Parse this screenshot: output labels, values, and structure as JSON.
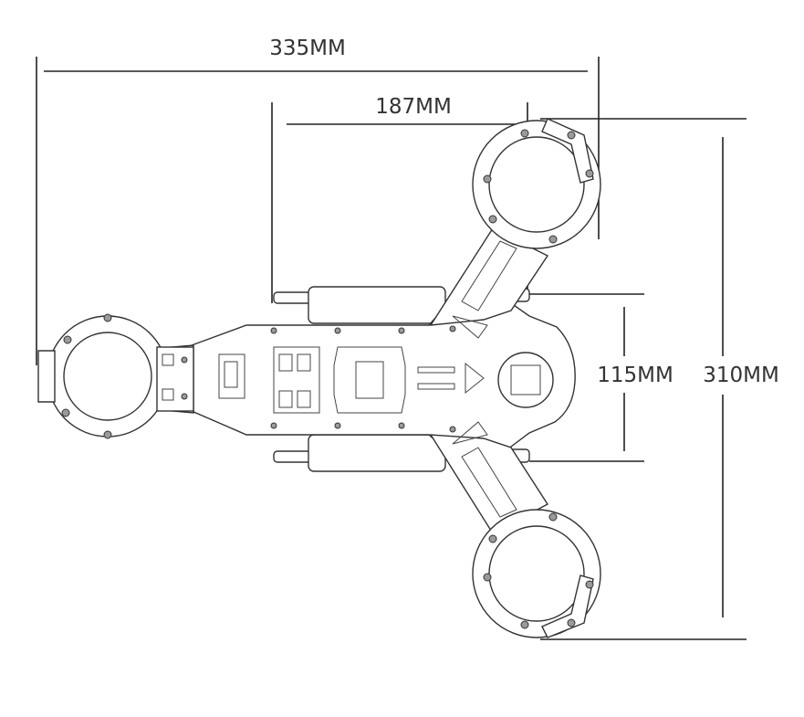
{
  "dimensions": {
    "overall_width": "335MM",
    "arm_span": "187MM",
    "body_width": "115MM",
    "overall_height": "310MM"
  }
}
